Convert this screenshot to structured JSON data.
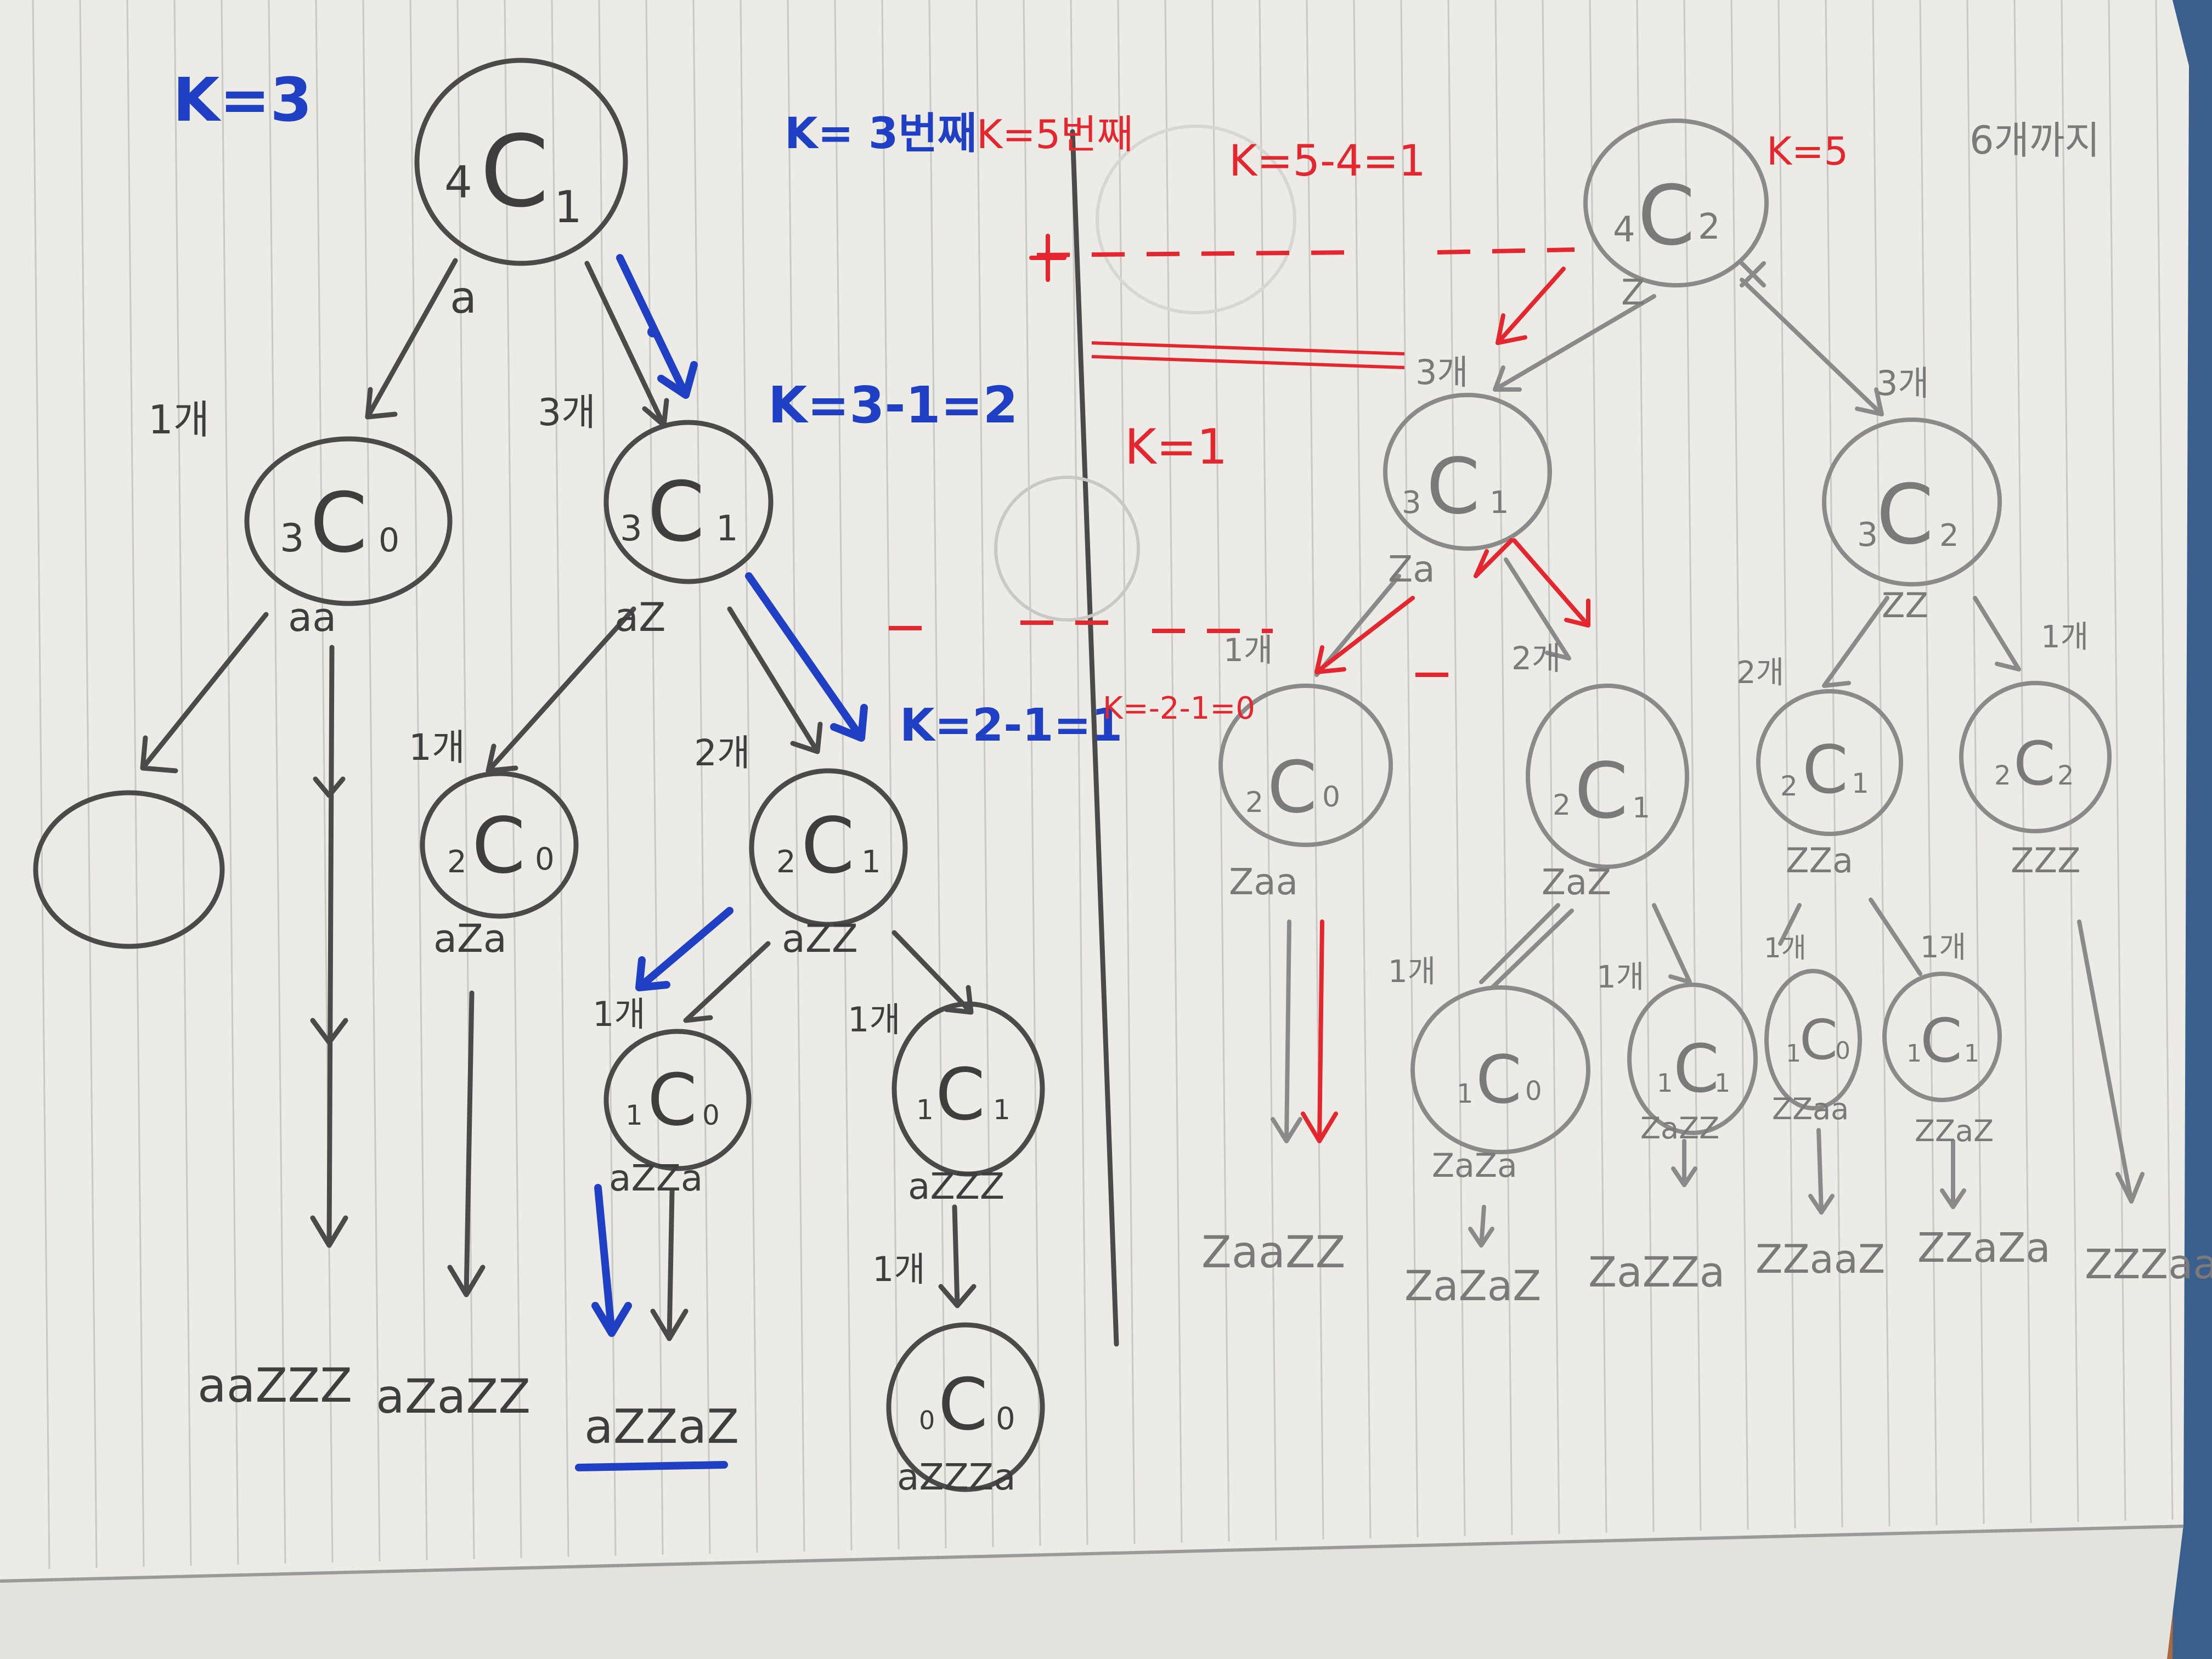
{
  "notes": {
    "top_left_k": "K=3",
    "top_mid_blue_k": "K= 3번째",
    "top_mid_red_k": "K=5번째",
    "top_red_k2": "K=5-4=1",
    "top_right_red_k": "K=5",
    "top_right_count": "6개까지",
    "blue_k_step1": "K=3-1=2",
    "blue_k_step2": "K=2-1=1",
    "red_k_one": "K=1",
    "red_scribble": "K=-2-1=0"
  },
  "left_tree": {
    "root": {
      "sub": "4",
      "letter": "C",
      "sub2": "1"
    },
    "edge_a": "a",
    "level1": [
      {
        "sub": "3",
        "letter": "C",
        "sub2": "0",
        "count": "1개",
        "str": "aa"
      },
      {
        "sub": "3",
        "letter": "C",
        "sub2": "1",
        "count": "3개",
        "str": "aZ"
      }
    ],
    "level2": [
      {
        "sub": "2",
        "letter": "C",
        "sub2": "0",
        "count": "1개",
        "str": "aZa"
      },
      {
        "sub": "2",
        "letter": "C",
        "sub2": "1",
        "count": "2개",
        "str": "aZZ"
      }
    ],
    "level3": [
      {
        "sub": "1",
        "letter": "C",
        "sub2": "0",
        "count": "1개",
        "str": "aZZa"
      },
      {
        "sub": "1",
        "letter": "C",
        "sub2": "1",
        "count": "1개",
        "str": "aZZZ"
      }
    ],
    "level4": {
      "sub": "0",
      "letter": "C",
      "sub2": "0",
      "count": "1개",
      "str": "aZZZa"
    },
    "results": [
      "aaZZZ",
      "aZaZZ",
      "aZZaZ"
    ]
  },
  "right_tree": {
    "root": {
      "sub": "4",
      "letter": "C",
      "sub2": "2",
      "str": "Z"
    },
    "level1": [
      {
        "sub": "3",
        "letter": "C",
        "sub2": "1",
        "count": "3개",
        "str": "Za"
      },
      {
        "sub": "3",
        "letter": "C",
        "sub2": "2",
        "count": "3개",
        "str": "ZZ"
      }
    ],
    "level2": [
      {
        "sub": "2",
        "letter": "C",
        "sub2": "0",
        "count": "1개",
        "str": "Zaa"
      },
      {
        "sub": "2",
        "letter": "C",
        "sub2": "1",
        "count": "2개",
        "str": "ZaZ"
      },
      {
        "sub": "2",
        "letter": "C",
        "sub2": "1",
        "count": "2개",
        "str": "ZZa"
      },
      {
        "sub": "2",
        "letter": "C",
        "sub2": "2",
        "count": "1개",
        "str": "ZZZ"
      }
    ],
    "level3": [
      {
        "sub": "1",
        "letter": "C",
        "sub2": "0",
        "count": "1개",
        "str": "ZaZa"
      },
      {
        "sub": "1",
        "letter": "C",
        "sub2": "1",
        "count": "1개",
        "str": "ZaZZ"
      },
      {
        "sub": "1",
        "letter": "C",
        "sub2": "0",
        "count": "1개",
        "str": "ZZaa"
      },
      {
        "sub": "1",
        "letter": "C",
        "sub2": "1",
        "count": "1개",
        "str": "ZZaZ"
      }
    ],
    "results": [
      "ZaaZZ",
      "ZaZaZ",
      "ZaZZa",
      "ZZaaZ",
      "ZZaZa",
      "ZZZaa"
    ]
  }
}
